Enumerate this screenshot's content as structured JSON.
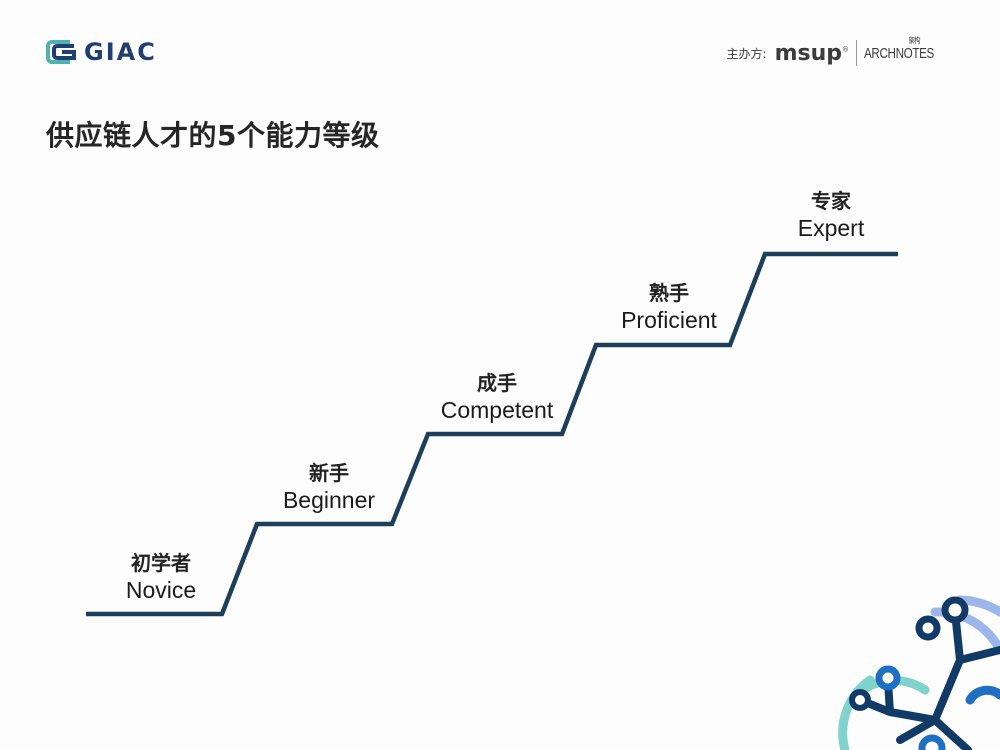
{
  "header": {
    "logo_text": "GIAC",
    "sponsor_label": "主办方:",
    "sponsors": [
      "msup",
      "ARCHNOTES"
    ],
    "sponsor_msup_mark": "®",
    "archnotes_cn": "架构"
  },
  "title": "供应链人才的5个能力等级",
  "diagram": {
    "line_color": "#1d3f5a",
    "levels": [
      {
        "cn": "初学者",
        "en": "Novice"
      },
      {
        "cn": "新手",
        "en": "Beginner"
      },
      {
        "cn": "成手",
        "en": "Competent"
      },
      {
        "cn": "熟手",
        "en": "Proficient"
      },
      {
        "cn": "专家",
        "en": "Expert"
      }
    ]
  },
  "colors": {
    "logo_blue": "#1f3f73",
    "logo_teal": "#4fb3b0",
    "decor_navy": "#123a66",
    "decor_blue": "#1f6fc4",
    "decor_lightblue": "#9bb6ea",
    "decor_teal": "#7fd3cc"
  }
}
